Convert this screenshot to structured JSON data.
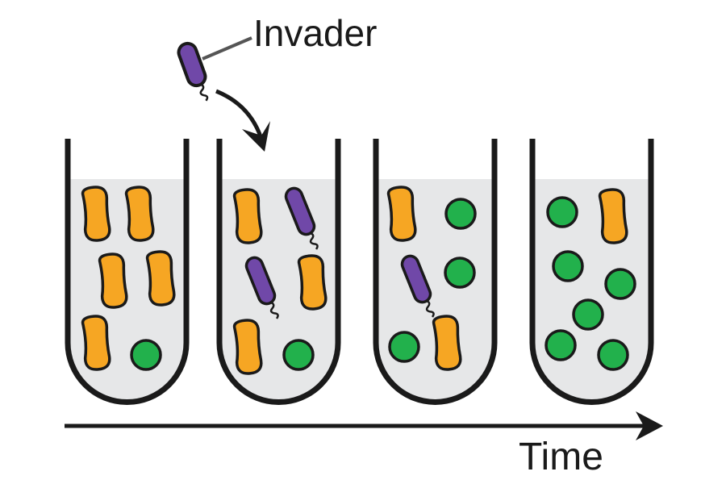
{
  "labels": {
    "invader": "Invader",
    "time": "Time"
  },
  "colors": {
    "resident_rod": "#F6A623",
    "resident_coccus": "#22B14C",
    "invader": "#7048A8",
    "outline": "#1a1a1a",
    "medium": "#E6E7E8"
  },
  "tubes": [
    {
      "name": "tube-1",
      "cells": [
        "rod",
        "rod",
        "rod",
        "rod",
        "rod",
        "coccus"
      ]
    },
    {
      "name": "tube-2",
      "cells": [
        "rod",
        "invader",
        "invader",
        "rod",
        "rod",
        "coccus"
      ]
    },
    {
      "name": "tube-3",
      "cells": [
        "rod",
        "coccus",
        "invader",
        "coccus",
        "coccus",
        "rod"
      ]
    },
    {
      "name": "tube-4",
      "cells": [
        "coccus",
        "rod",
        "coccus",
        "coccus",
        "coccus",
        "coccus",
        "coccus"
      ]
    }
  ]
}
